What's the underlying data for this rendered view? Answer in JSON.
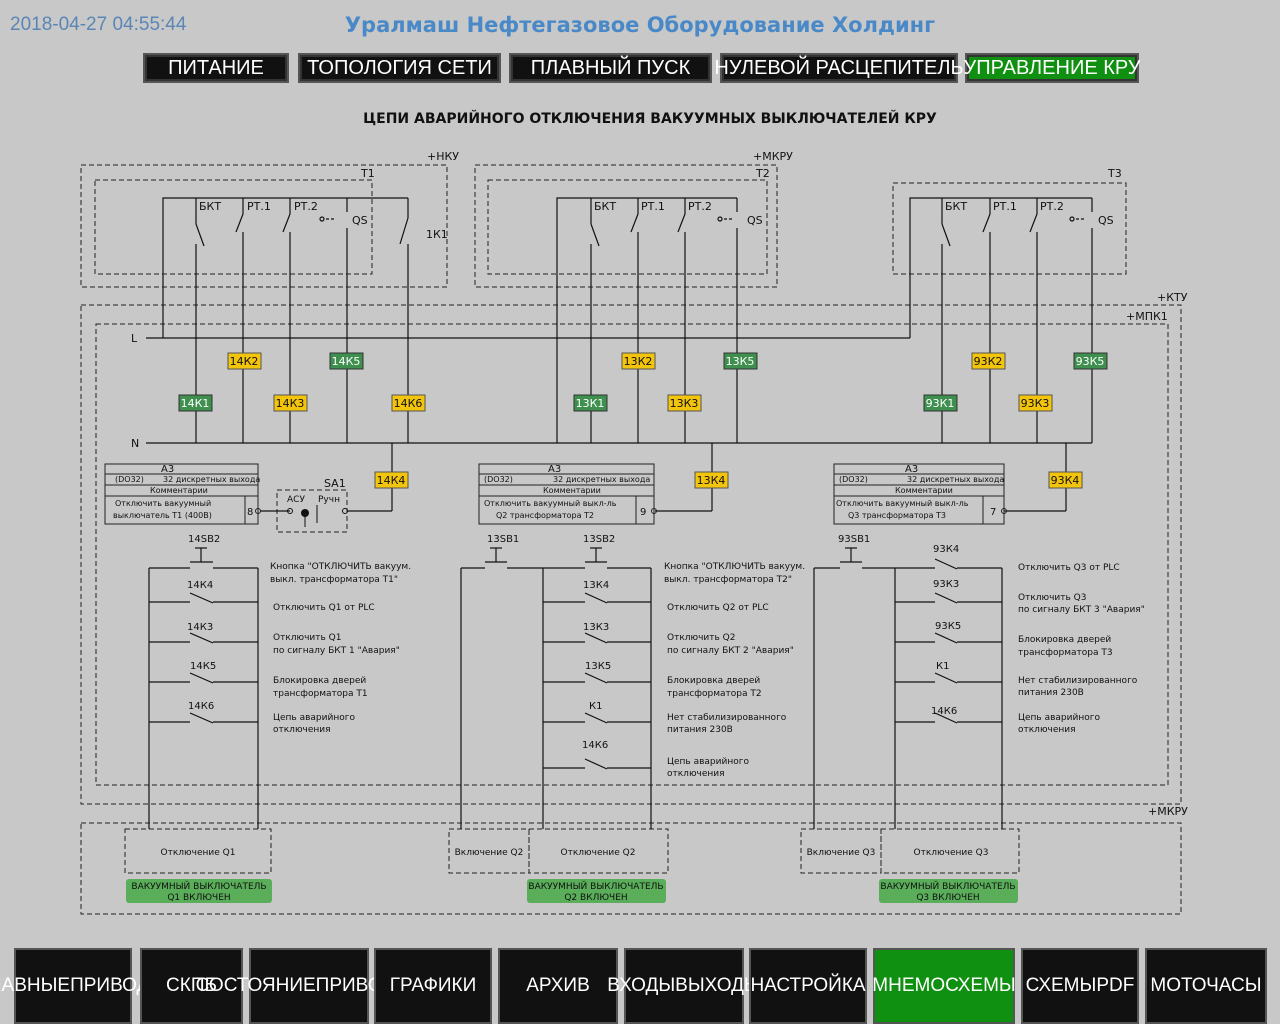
{
  "header": {
    "datetime": "2018-04-27 04:55:44",
    "company": "Уралмаш Нефтегазовое Оборудование Холдинг"
  },
  "top_tabs": [
    {
      "label": "ПИТАНИЕ",
      "active": false
    },
    {
      "label": "ТОПОЛОГИЯ СЕТИ",
      "active": false
    },
    {
      "label": "ПЛАВНЫЙ ПУСК",
      "active": false
    },
    {
      "label": "НУЛЕВОЙ РАСЦЕПИТЕЛЬ",
      "active": false
    },
    {
      "label": "УПРАВЛЕНИЕ КРУ",
      "active": true
    }
  ],
  "schematic": {
    "title": "ЦЕПИ АВАРИЙНОГО ОТКЛЮЧЕНИЯ ВАКУУМНЫХ ВЫКЛЮЧАТЕЛЕЙ КРУ",
    "enclosures": {
      "nku": "+НКУ",
      "mkru_top": "+МКРУ",
      "t1": "T1",
      "t2": "T2",
      "t3": "T3",
      "ktu": "+КТУ",
      "mpk1": "+МПК1",
      "mkru_bottom": "+МКРУ"
    },
    "contacts": {
      "bkt": "БКТ",
      "rt1": "РТ.1",
      "rt2": "РТ.2",
      "qs": "QS",
      "k1k1": "1К1"
    },
    "buses": {
      "l": "L",
      "n": "N"
    },
    "relays": {
      "r14K2": "14К2",
      "r14K5": "14К5",
      "r14K1": "14К1",
      "r14K3": "14К3",
      "r14K6": "14К6",
      "r14K4": "14К4",
      "r13K2": "13К2",
      "r13K5": "13К5",
      "r13K1": "13К1",
      "r13K3": "13К3",
      "r13K4": "13К4",
      "r93K2": "93К2",
      "r93K5": "93К5",
      "r93K1": "93К1",
      "r93K3": "93К3",
      "r93K4": "93К4"
    },
    "colors": {
      "relay_green": "#3f8f4f",
      "relay_yellow": "#f2c40c",
      "status_green": "#5aae5a"
    },
    "modules": [
      {
        "name": "A3",
        "type": "(DO32)",
        "desc": "32 дискретных выхода",
        "comment": "Комментарии",
        "line1": "Отключить вакуумный",
        "line2": "выключатель Т1 (400В)",
        "pin": "8"
      },
      {
        "name": "A3",
        "type": "(DO32)",
        "desc": "32 дискретных выхода",
        "comment": "Комментарии",
        "line1": "Отключить вакуумный выкл-ль",
        "line2": "Q2 трансформатора Т2",
        "pin": "9"
      },
      {
        "name": "A3",
        "type": "(DO32)",
        "desc": "32 дискретных выхода",
        "comment": "Комментарии",
        "line1": "Отключить вакуумный выкл-ль",
        "line2": "Q3 трансформатора Т3",
        "pin": "7"
      }
    ],
    "sa1": {
      "name": "SA1",
      "asu": "АСУ",
      "manual": "Ручн"
    },
    "circuit1": {
      "btn": "14SB2",
      "btn_desc1": "Кнопка \"ОТКЛЮЧИТЬ вакуум.",
      "btn_desc2": "выкл. трансформатора Т1\"",
      "rows": [
        {
          "tag": "14К4",
          "d1": "Отключить Q1 от PLC",
          "d2": ""
        },
        {
          "tag": "14К3",
          "d1": "Отключить Q1",
          "d2": "по сигналу БКТ 1 \"Авария\""
        },
        {
          "tag": "14К5",
          "d1": "Блокировка дверей",
          "d2": "трансформатора Т1"
        },
        {
          "tag": "14К6",
          "d1": "Цепь аварийного",
          "d2": "отключения"
        }
      ],
      "off_label": "Отключение Q1",
      "status1": "ВАКУУМНЫЙ ВЫКЛЮЧАТЕЛЬ",
      "status2": "Q1 ВКЛЮЧЕН"
    },
    "circuit2": {
      "btn_on": "13SB1",
      "btn": "13SB2",
      "btn_desc1": "Кнопка \"ОТКЛЮЧИТЬ вакуум.",
      "btn_desc2": "выкл. трансформатора Т2\"",
      "rows": [
        {
          "tag": "13К4",
          "d1": "Отключить Q2 от PLC",
          "d2": ""
        },
        {
          "tag": "13К3",
          "d1": "Отключить Q2",
          "d2": "по сигналу БКТ 2 \"Авария\""
        },
        {
          "tag": "13К5",
          "d1": "Блокировка дверей",
          "d2": "трансформатора Т2"
        },
        {
          "tag": "К1",
          "d1": "Нет стабилизированного",
          "d2": "питания 230В"
        },
        {
          "tag": "14К6",
          "d1": "Цепь аварийного",
          "d2": "отключения"
        }
      ],
      "on_label": "Включение Q2",
      "off_label": "Отключение Q2",
      "status1": "ВАКУУМНЫЙ ВЫКЛЮЧАТЕЛЬ",
      "status2": "Q2 ВКЛЮЧЕН"
    },
    "circuit3": {
      "btn_on": "93SB1",
      "rows": [
        {
          "tag": "93К4",
          "d1": "Отключить Q3 от PLC",
          "d2": ""
        },
        {
          "tag": "93К3",
          "d1": "Отключить Q3",
          "d2": "по сигналу БКТ 3 \"Авария\""
        },
        {
          "tag": "93К5",
          "d1": "Блокировка дверей",
          "d2": "трансформатора Т3"
        },
        {
          "tag": "К1",
          "d1": "Нет стабилизированного",
          "d2": "питания 230В"
        },
        {
          "tag": "14К6",
          "d1": "Цепь аварийного",
          "d2": "отключения"
        }
      ],
      "on_label": "Включение Q3",
      "off_label": "Отключение Q3",
      "status1": "ВАКУУМНЫЙ ВЫКЛЮЧАТЕЛЬ",
      "status2": "Q3 ВКЛЮЧЕН"
    }
  },
  "bottom_nav": [
    {
      "line1": "ГЛАВНЫЕ",
      "line2": "ПРИВОДЫ",
      "active": false
    },
    {
      "line1": "СКПБ",
      "line2": "",
      "active": false
    },
    {
      "line1": "СОСТОЯНИЕ",
      "line2": "ПРИВОДОВ",
      "active": false
    },
    {
      "line1": "ГРАФИКИ",
      "line2": "",
      "active": false
    },
    {
      "line1": "АРХИВ",
      "line2": "",
      "active": false
    },
    {
      "line1": "ВХОДЫ",
      "line2": "ВЫХОДЫ",
      "active": false
    },
    {
      "line1": "НАСТРОЙКА",
      "line2": "",
      "active": false
    },
    {
      "line1": "МНЕМОСХЕМЫ",
      "line2": "",
      "active": true
    },
    {
      "line1": "СХЕМЫ",
      "line2": "PDF",
      "active": false
    },
    {
      "line1": "МОТОЧАСЫ",
      "line2": "",
      "active": false
    }
  ]
}
